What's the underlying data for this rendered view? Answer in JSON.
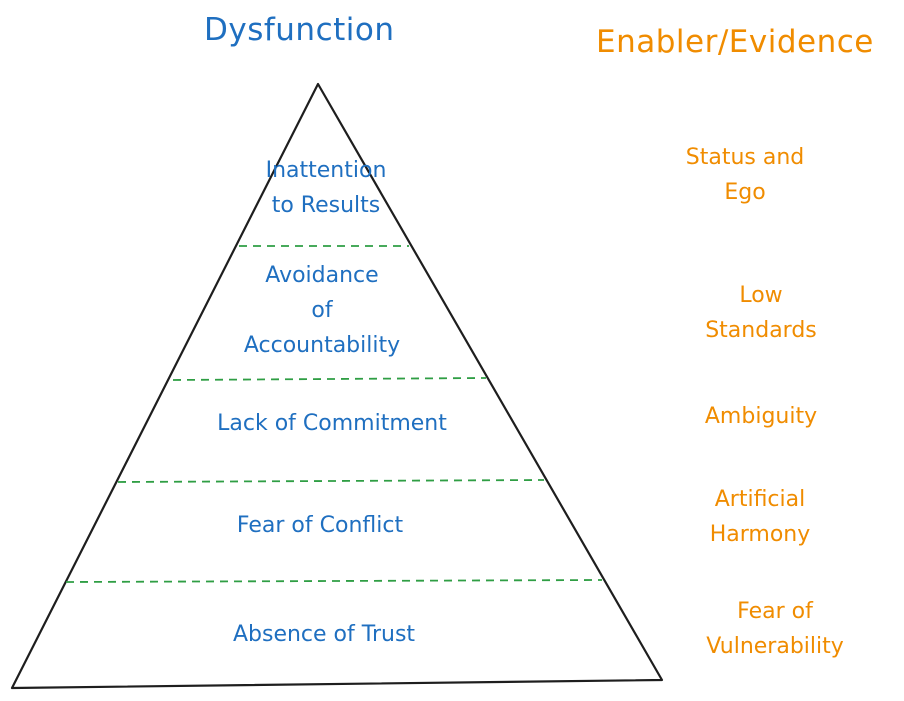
{
  "headers": {
    "dysfunction": "Dysfunction",
    "enabler": "Enabler/Evidence"
  },
  "levels": [
    {
      "dysfunction": "Inattention\nto Results",
      "enabler": "Status and Ego"
    },
    {
      "dysfunction": "Avoidance\nof\nAccountability",
      "enabler": "Low Standards"
    },
    {
      "dysfunction": "Lack of Commitment",
      "enabler": "Ambiguity"
    },
    {
      "dysfunction": "Fear of Conflict",
      "enabler": "Artificial\nHarmony"
    },
    {
      "dysfunction": "Absence of Trust",
      "enabler": "Fear of\nVulnerability"
    }
  ],
  "colors": {
    "dysfunction_text": "#1f6fc0",
    "enabler_text": "#f08c00",
    "outline": "#1e1e1e",
    "divider": "#2f9e44"
  }
}
